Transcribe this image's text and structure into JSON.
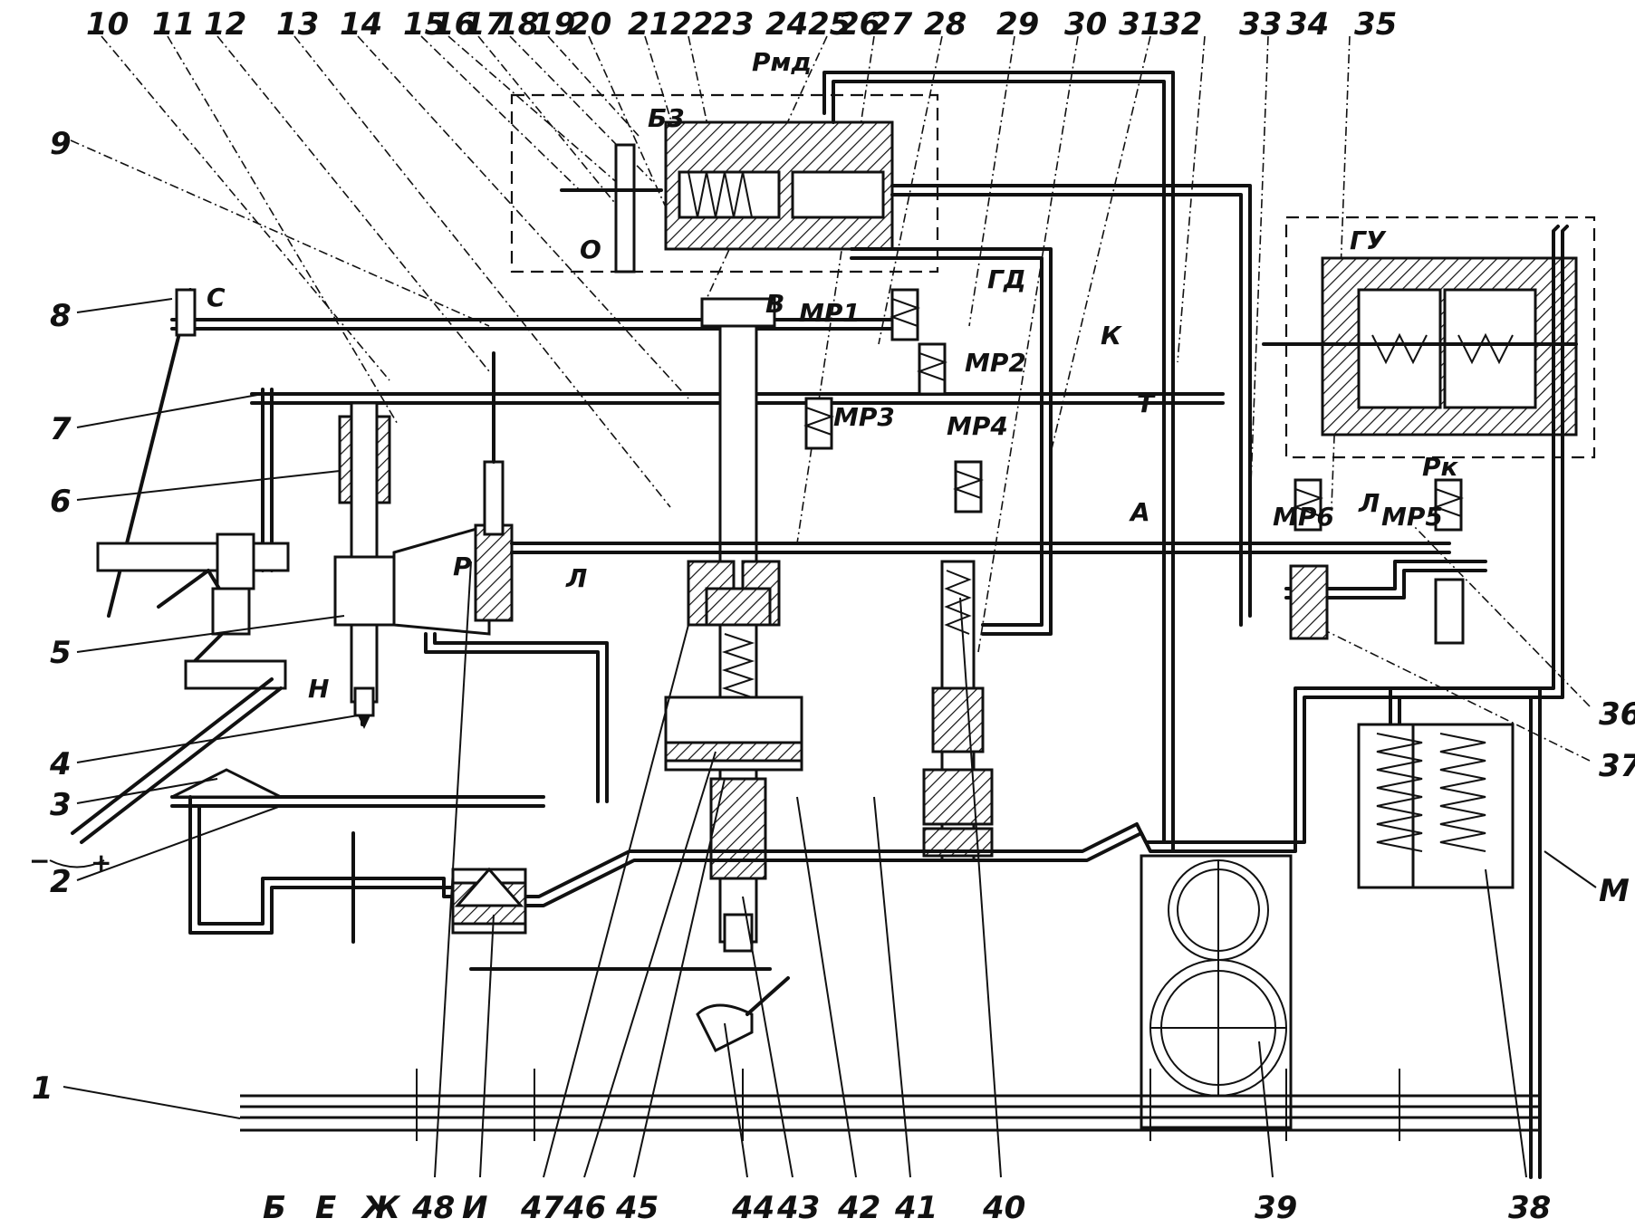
{
  "top_numbers": [
    "10",
    "11",
    "12",
    "13",
    "14",
    "15",
    "16",
    "17",
    "18",
    "19",
    "20",
    "21",
    "22",
    "23",
    "24",
    "25",
    "26",
    "27",
    "28",
    "29",
    "30",
    "31",
    "32",
    "33",
    "34",
    "35"
  ],
  "left_numbers": [
    "9",
    "8",
    "7",
    "6",
    "5",
    "4",
    "3",
    "2",
    "1"
  ],
  "right_numbers": [
    "36",
    "37",
    "M"
  ],
  "bottom_numbers": [
    "Б",
    "Е",
    "Ж",
    "48",
    "И",
    "47",
    "46",
    "45",
    "44",
    "43",
    "42",
    "41",
    "40",
    "39",
    "38"
  ],
  "labels": {
    "b3": "Б3",
    "pmd": "Pмд",
    "o": "О",
    "v": "В",
    "mp1": "МР1",
    "gd": "ГД",
    "mp2": "МР2",
    "mp3": "МР3",
    "mp4": "МР4",
    "k": "К",
    "t": "Т",
    "a": "А",
    "gu": "ГУ",
    "pk": "Pк",
    "mp6": "МР6",
    "mp5": "МР5",
    "l_mid": "Л",
    "l_right": "Л",
    "c": "С",
    "r": "Р",
    "n": "Н",
    "minus": "−",
    "plus": "+"
  }
}
